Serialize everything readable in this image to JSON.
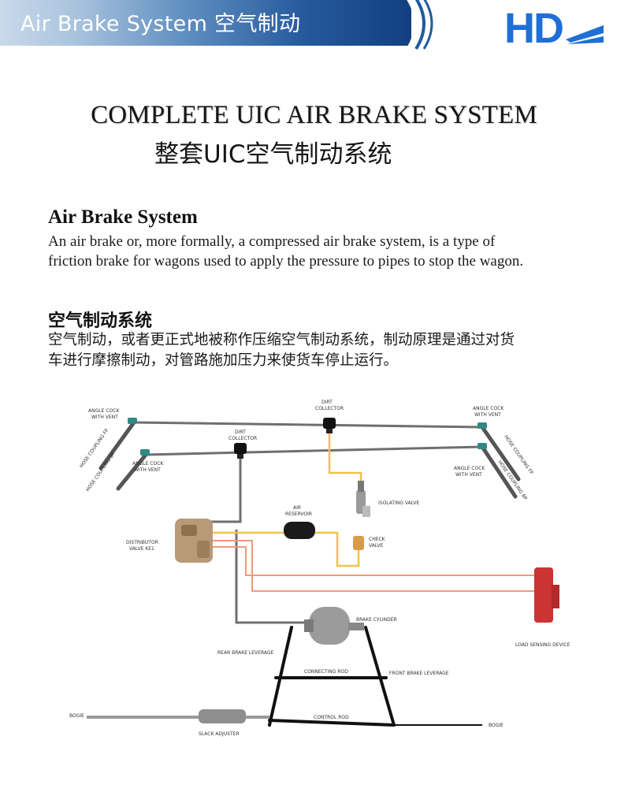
{
  "header": {
    "title": "Air Brake System 空气制动",
    "logo_text": "HD",
    "band_color": "#24589b",
    "logo_color": "#1f6fd6"
  },
  "main": {
    "title": "COMPLETE UIC AIR BRAKE SYSTEM",
    "subtitle": "整套UIC空气制动系统"
  },
  "section_en": {
    "heading": "Air Brake System",
    "lines": [
      "An air brake or, more formally, a compressed air brake system, is a type of",
      "friction brake for wagons used to apply the pressure to pipes to stop the wagon."
    ]
  },
  "section_zh": {
    "heading": "空气制动系统",
    "lines": [
      "空气制动，或者更正式地被称作压缩空气制动系统，制动原理是通过对货",
      "车进行摩擦制动，对管路施加压力来使货车停止运行。"
    ]
  },
  "diagram": {
    "colors": {
      "main_pipe": "#6f6f6f",
      "aux_pipe": "#f2c14e",
      "load_pipe": "#f19a78",
      "load_device": "#cc3333",
      "linkage": "#111111"
    },
    "labels": {
      "angle_cock_vent_tl": [
        "ANGLE COCK",
        "WITH VENT"
      ],
      "angle_cock_vent_ml": [
        "ANGLE COCK",
        "WITH VENT"
      ],
      "angle_cock_vent_tr": [
        "ANGLE COCK",
        "WITH VENT"
      ],
      "angle_cock_vent_mr": [
        "ANGLE COCK",
        "WITH VENT"
      ],
      "hose_coupling_fp_left": "HOSE COUPLING FP",
      "hose_coupling_bp_left": "HOSE COUPLING BP",
      "hose_coupling_fp_right": "HOSE COUPLING FP",
      "hose_coupling_bp_right": "HOSE COUPLING BP",
      "dirt_collector_top": [
        "DIRT",
        "COLLECTOR"
      ],
      "dirt_collector_mid": [
        "DIRT",
        "COLLECTOR"
      ],
      "isolating_valve": "ISOLATING VALVE",
      "air_reservoir": [
        "AIR",
        "RESERVOIR"
      ],
      "check_valve": [
        "CHECK",
        "VALVE"
      ],
      "distributor_valve": [
        "DISTRIBUTOR",
        "VALVE KE1"
      ],
      "brake_cylinder": "BRAKE CYLINDER",
      "load_sensing_device": "LOAD SENSING DEVICE",
      "rear_brake_leverage": "REAR BRAKE LEVERAGE",
      "connecting_rod": "CONNECTING ROD",
      "front_brake_leverage": "FRONT BRAKE LEVERAGE",
      "bogie_left": "BOGIE",
      "bogie_right": "BOGIE",
      "control_rod": "CONTROL ROD",
      "slack_adjuster": "SLACK ADJUSTER"
    }
  }
}
